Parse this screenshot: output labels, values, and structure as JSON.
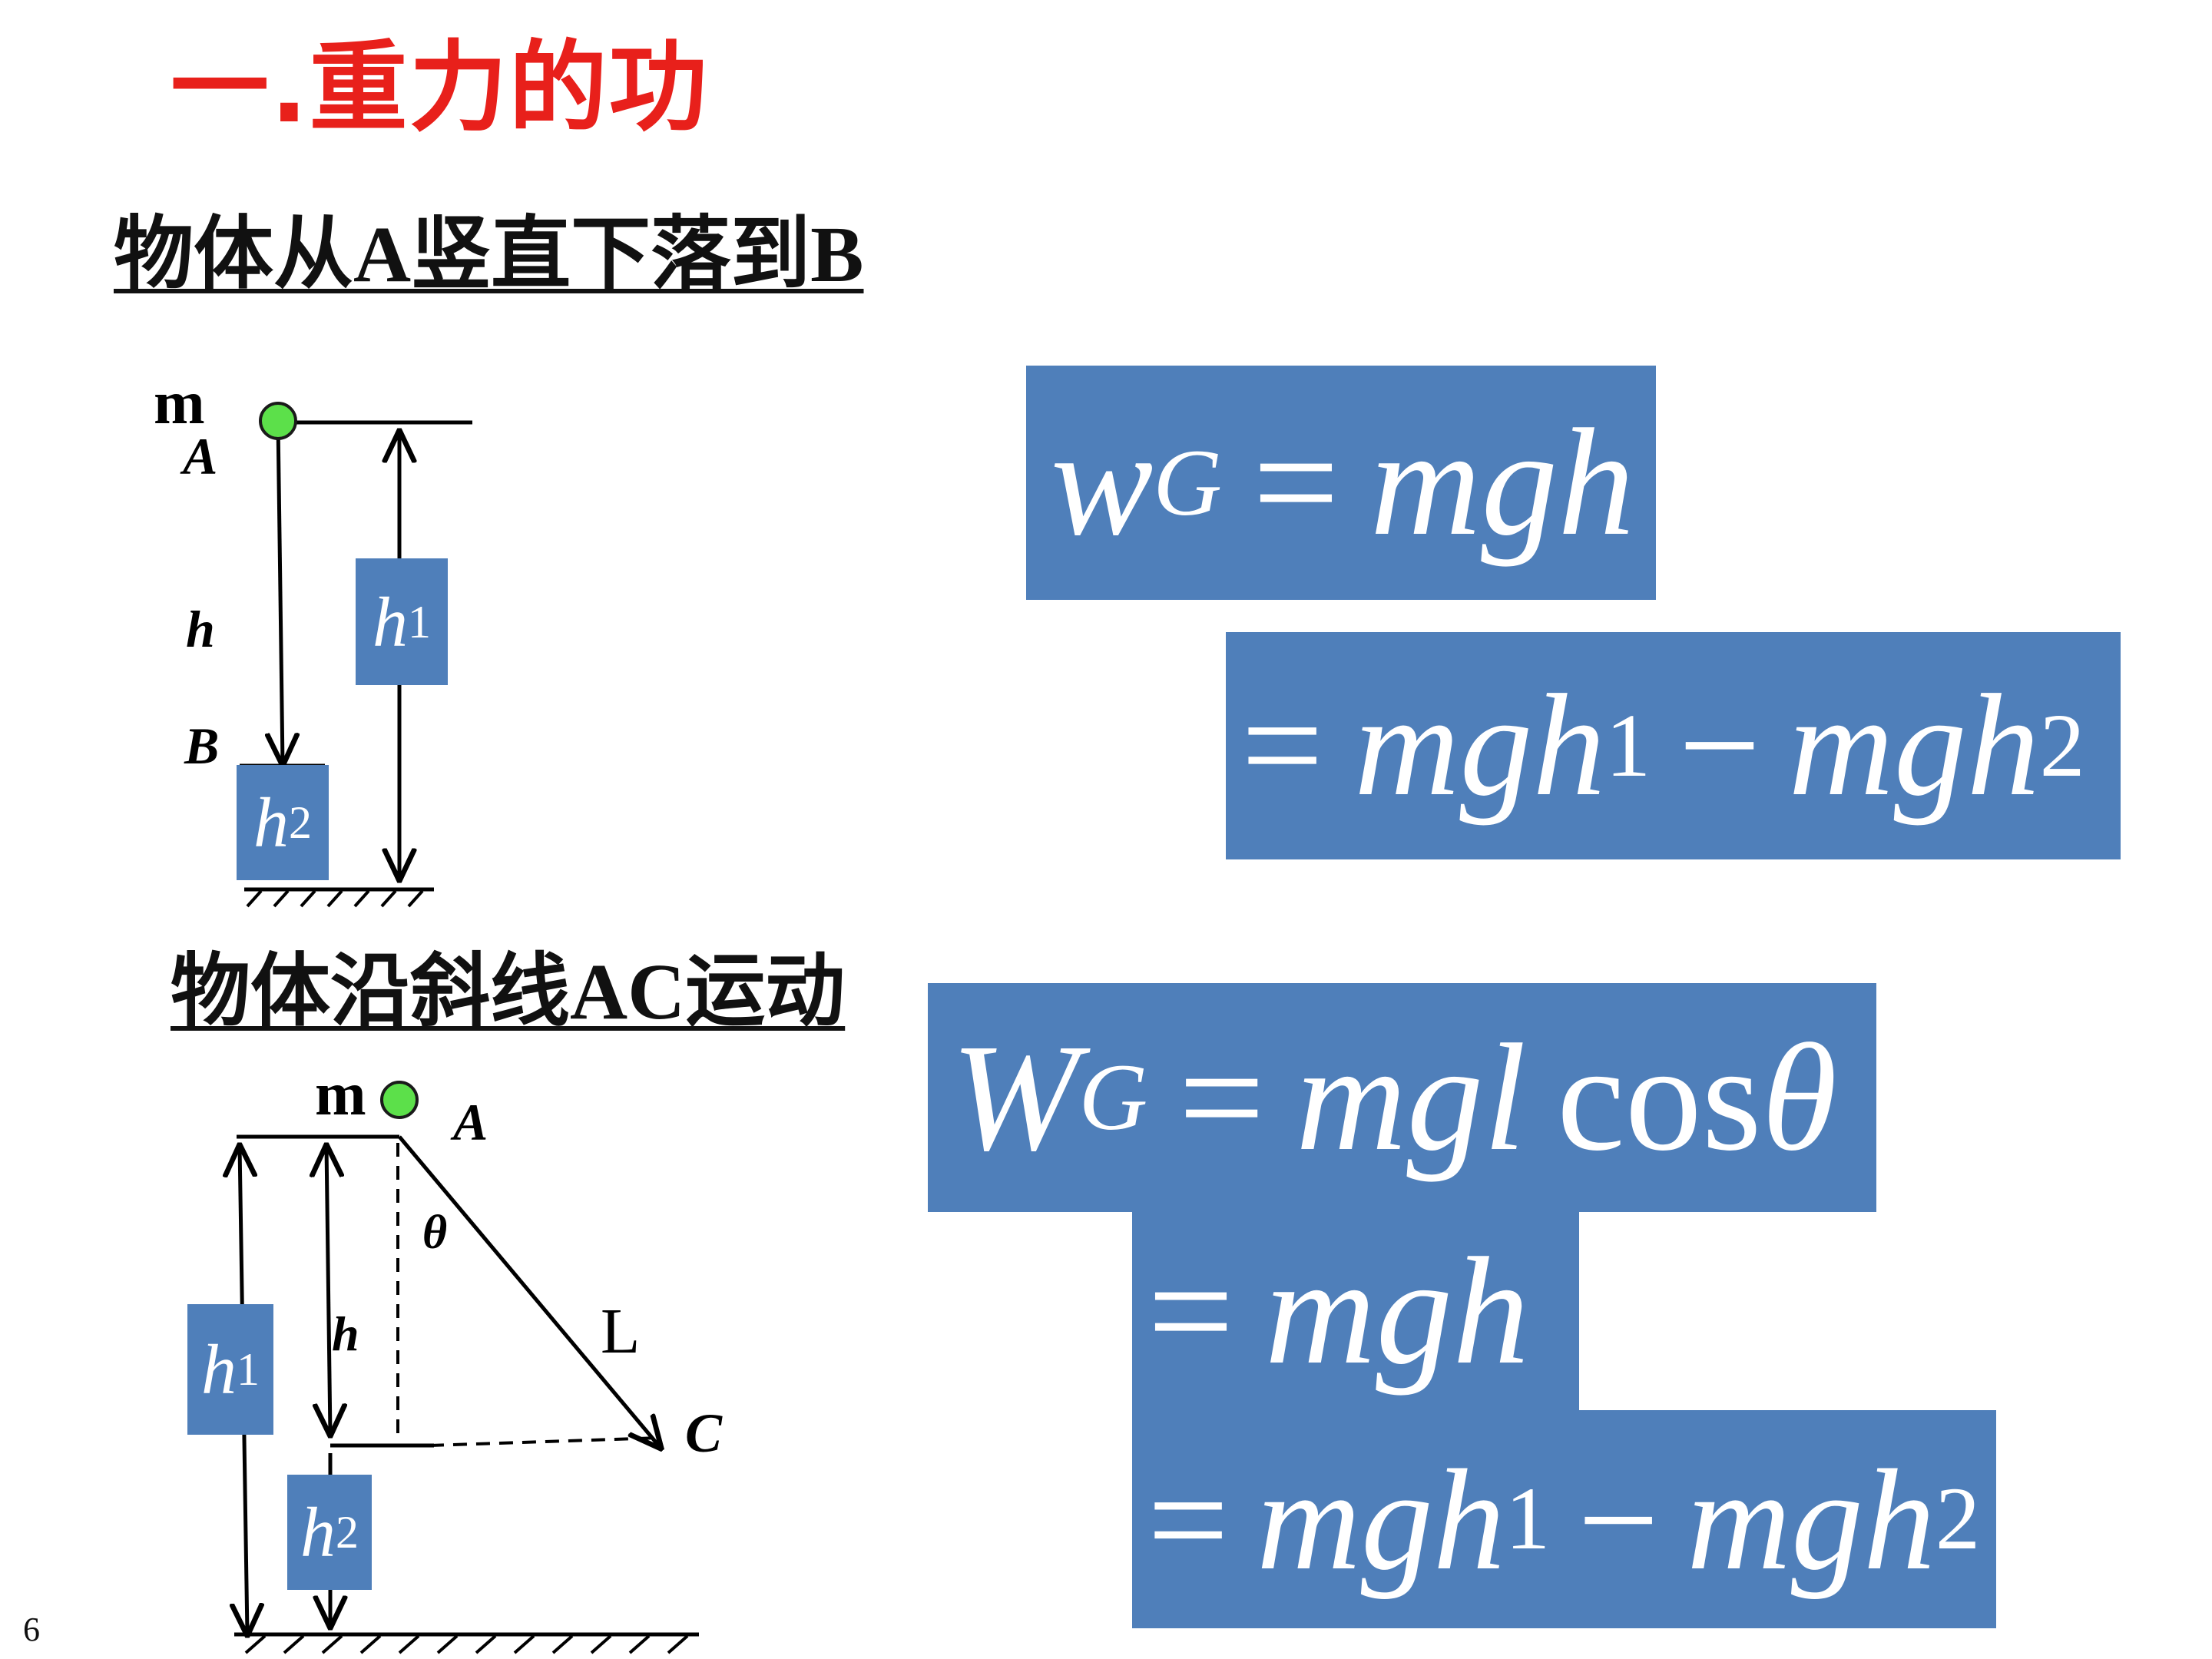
{
  "title": "一.重力的功",
  "section1": {
    "heading": "物体从A竖直下落到B",
    "labels": {
      "mass": "m",
      "point_a": "A",
      "height": "h",
      "point_b": "B"
    },
    "h1": {
      "base": "h",
      "sub": "1"
    },
    "h2": {
      "base": "h",
      "sub": "2"
    },
    "formula1": {
      "lhs": "w",
      "lhs_sub": "G",
      "eq": "=",
      "rhs": "mgh"
    },
    "formula2": {
      "eq": "=",
      "t1": "mgh",
      "t1_sub": "1",
      "minus": "−",
      "t2": "mgh",
      "t2_sub": "2"
    }
  },
  "section2": {
    "heading": "物体沿斜线AC运动",
    "labels": {
      "mass": "m",
      "point_a": "A",
      "theta": "θ",
      "length": "L",
      "height": "h",
      "point_c": "C"
    },
    "h1": {
      "base": "h",
      "sub": "1"
    },
    "h2": {
      "base": "h",
      "sub": "2"
    },
    "formula1": {
      "lhs": "W",
      "lhs_sub": "G",
      "eq": "=",
      "rhs": "mgl",
      "cos": "cos",
      "theta": "θ"
    },
    "formula2": {
      "eq": "=",
      "rhs": "mgh"
    },
    "formula3": {
      "eq": "=",
      "t1": "mgh",
      "t1_sub": "1",
      "minus": "−",
      "t2": "mgh",
      "t2_sub": "2"
    }
  },
  "colors": {
    "title": "#e8201b",
    "box": "#4f7fba",
    "ball": "#5ce04a"
  },
  "page_number": "6"
}
